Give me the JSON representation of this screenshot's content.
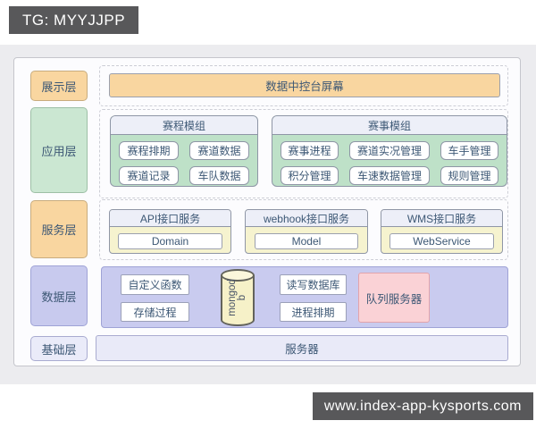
{
  "watermarks": {
    "top": "TG: MYYJJPP",
    "bottom": "www.index-app-kysports.com"
  },
  "palette": {
    "badge_gray": "#58585A",
    "text_blue": "#3D5875",
    "layer_orange": "#F9D6A0",
    "layer_green": "#CBE7D2",
    "layer_purple": "#C8CAEE",
    "module_green": "#BEE1C8",
    "header_lavender": "#EDEFF8",
    "service_yellow": "#F6F3CF",
    "data_purple": "#C9CBEF",
    "queue_pink": "#FAD2D6",
    "db_yellow": "#F6F1C8"
  },
  "diagram": {
    "layers": {
      "presentation": {
        "label": "展示层",
        "screen": "数据中控台屏幕"
      },
      "application": {
        "label": "应用层",
        "modules": [
          {
            "title": "赛程模组",
            "items": [
              "赛程排期",
              "赛道数据",
              "赛道记录",
              "车队数据"
            ]
          },
          {
            "title": "赛事模组",
            "items": [
              "赛事进程",
              "赛道实况管理",
              "车手管理",
              "积分管理",
              "车速数据管理",
              "规则管理"
            ]
          }
        ]
      },
      "service": {
        "label": "服务层",
        "services": [
          {
            "title": "API接口服务",
            "impl": "Domain"
          },
          {
            "title": "webhook接口服务",
            "impl": "Model"
          },
          {
            "title": "WMS接口服务",
            "impl": "WebService"
          }
        ]
      },
      "data": {
        "label": "数据层",
        "function_items": [
          "自定义函数",
          "存储过程"
        ],
        "db_name": "mongodb",
        "db_lines": [
          "mongod",
          "b"
        ],
        "process_items": [
          "读写数据库",
          "进程排期"
        ],
        "queue_server": "队列服务器"
      },
      "infrastructure": {
        "label": "基础层",
        "server": "服务器"
      }
    }
  }
}
